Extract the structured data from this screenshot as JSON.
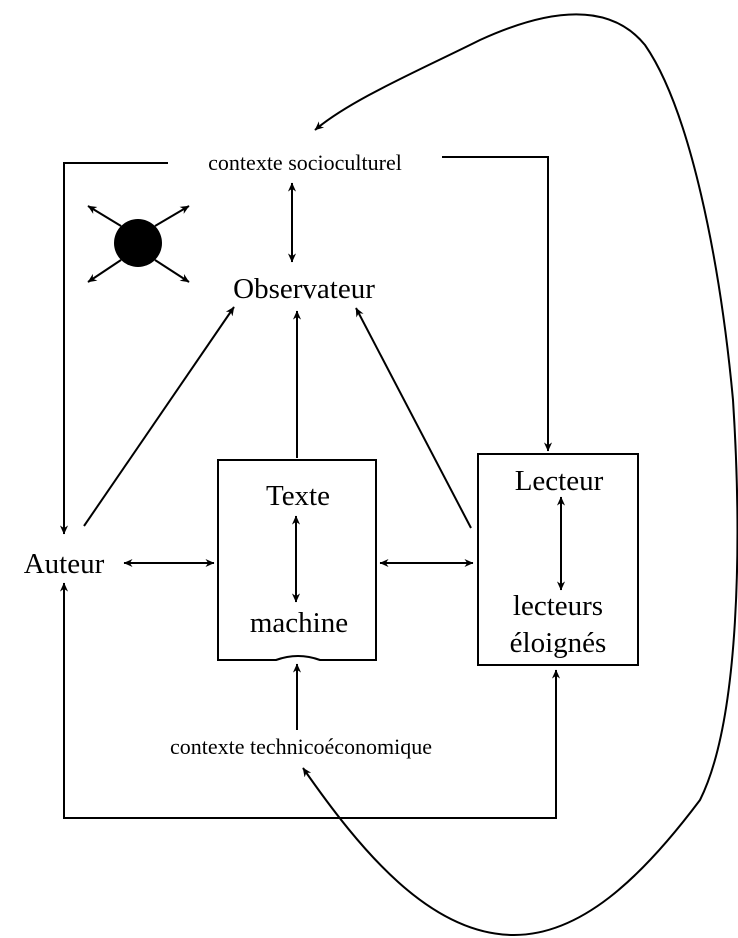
{
  "diagram": {
    "nodes": {
      "contexte_socioculturel": "contexte socioculturel",
      "observateur": "Observateur",
      "auteur": "Auteur",
      "texte": "Texte",
      "machine": "machine",
      "lecteur": "Lecteur",
      "lecteurs_line1": "lecteurs",
      "lecteurs_line2": "éloignés",
      "contexte_technicoeconomique": "contexte technicoéconomique"
    },
    "icons": {
      "observer_symbol": "filled-circle-with-four-diagonal-arrows"
    },
    "colors": {
      "ink": "#000000",
      "background": "#ffffff"
    }
  }
}
